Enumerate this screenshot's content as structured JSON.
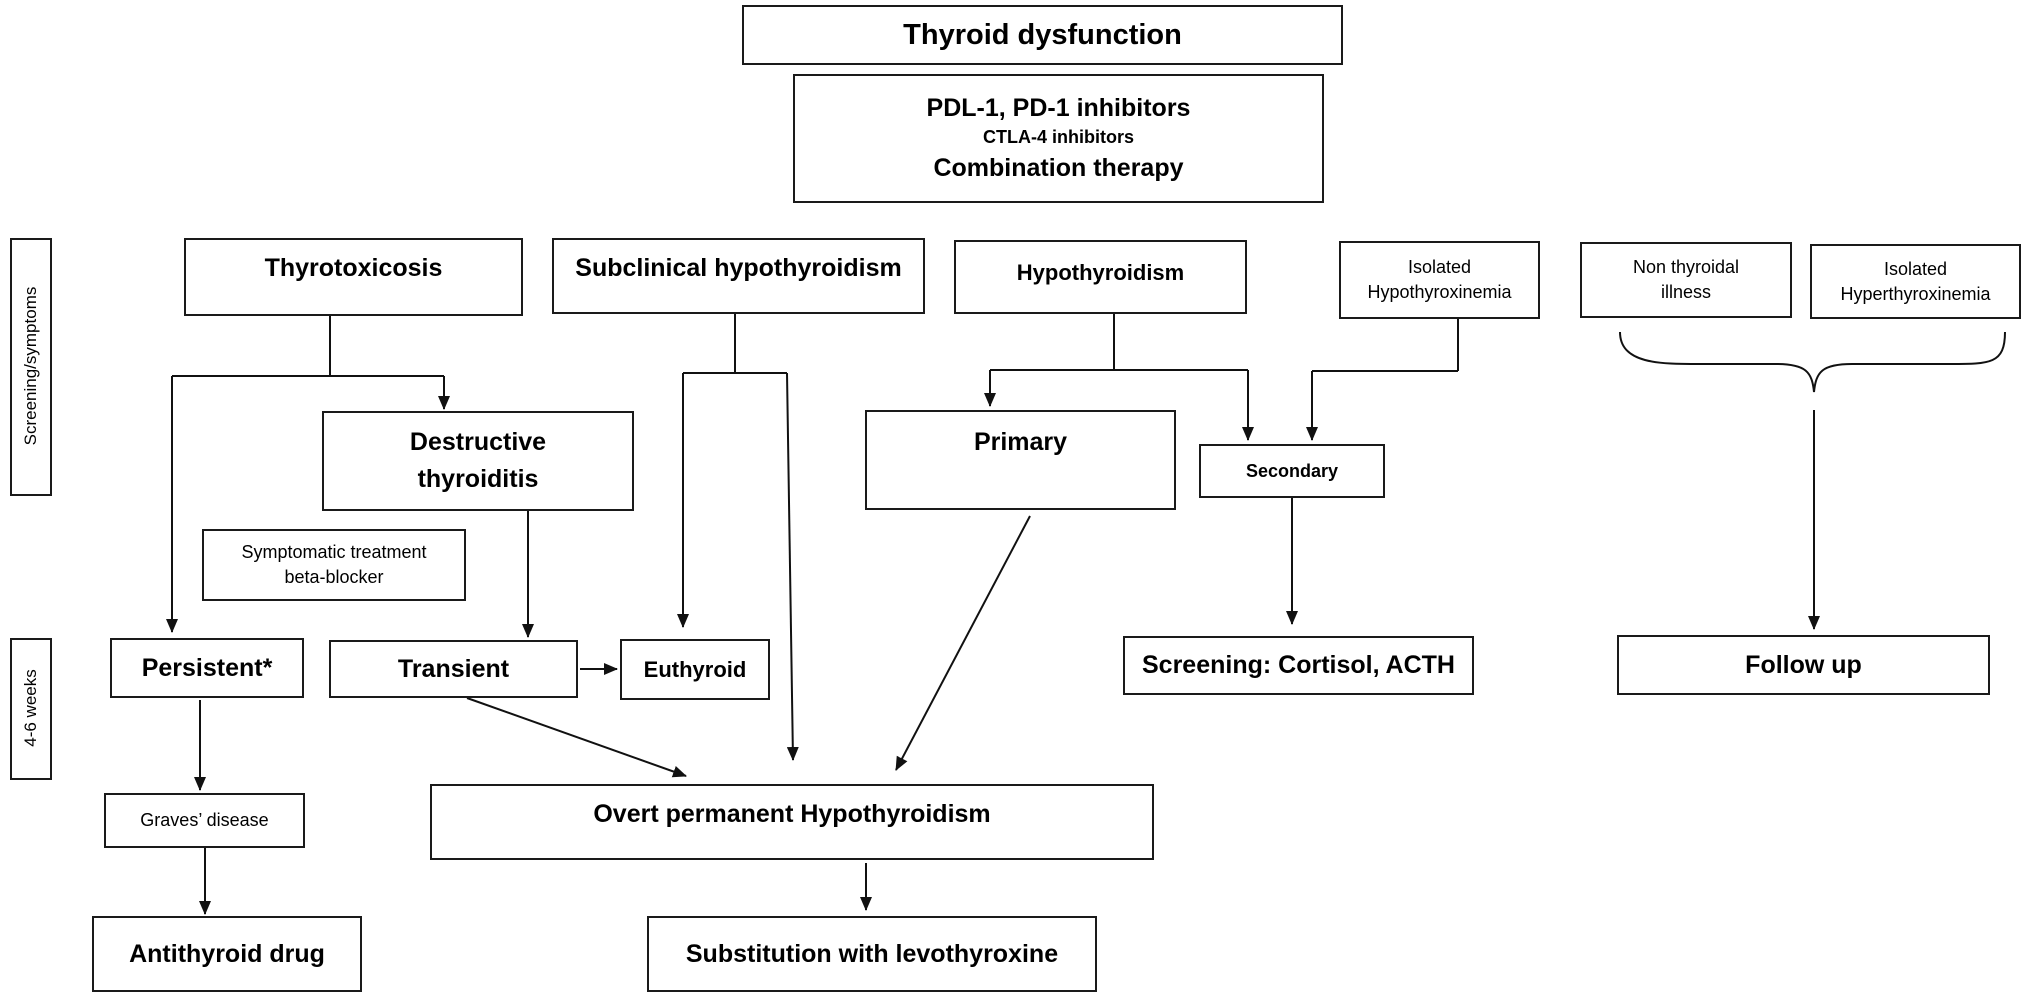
{
  "root": {
    "title": "Thyroid dysfunction",
    "drugs_line1": "PDL-1, PD-1 inhibitors",
    "drugs_line2": "CTLA-4 inhibitors",
    "drugs_line3": "Combination therapy"
  },
  "side_labels": {
    "screening": "Screening/symptoms",
    "weeks": "4-6 weeks"
  },
  "categories": {
    "thyrotoxicosis": "Thyrotoxicosis",
    "subclinical": "Subclinical hypothyroidism",
    "hypothyroidism": "Hypothyroidism",
    "isolated_hypo_line1": "Isolated",
    "isolated_hypo_line2": "Hypothyroxinemia",
    "non_thyroidal_line1": "Non thyroidal",
    "non_thyroidal_line2": "illness",
    "isolated_hyper_line1": "Isolated",
    "isolated_hyper_line2": "Hyperthyroxinemia"
  },
  "intermediate": {
    "destructive_line1": "Destructive",
    "destructive_line2": "thyroiditis",
    "symptomatic_line1": "Symptomatic treatment",
    "symptomatic_line2": "beta-blocker",
    "primary": "Primary",
    "secondary": "Secondary"
  },
  "outcomes": {
    "persistent": "Persistent*",
    "transient": "Transient",
    "euthyroid": "Euthyroid",
    "screening_cortisol": "Screening: Cortisol, ACTH",
    "follow_up": "Follow up",
    "graves": "Graves’ disease",
    "overt": "Overt permanent Hypothyroidism",
    "antithyroid": "Antithyroid drug",
    "levothyroxine": "Substitution with levothyroxine"
  }
}
